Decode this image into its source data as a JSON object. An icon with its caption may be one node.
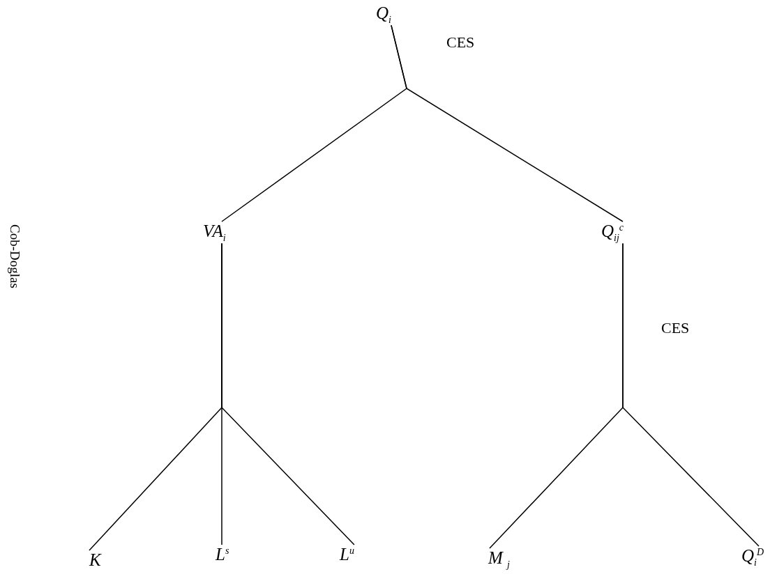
{
  "diagram": {
    "nodes": [
      {
        "text": [
          "Q$_{i}$"
        ]
      },
      {
        "text": [
          "VA$_{i}$"
        ]
      },
      {
        "text": [
          "Q$_{ij}$$^{c}$"
        ]
      },
      {
        "text": [
          "K"
        ]
      },
      {
        "text": [
          "L$^{s}$"
        ]
      },
      {
        "text": [
          "L$^{u}$"
        ]
      },
      {
        "text": [
          "M $_{j}$"
        ]
      },
      {
        "text": [
          "Q$_{i}$$^{D}$"
        ]
      }
    ],
    "edges": [
      {
        "from": 0,
        "to": 1,
        "arrow": "none"
      },
      {
        "from": 0,
        "to": 2,
        "arrow": "none"
      },
      {
        "from": 1,
        "to": 3,
        "arrow": "none"
      },
      {
        "from": 1,
        "to": 4,
        "arrow": "none"
      },
      {
        "from": 1,
        "to": 5,
        "arrow": "none"
      },
      {
        "from": 2,
        "to": 6,
        "arrow": "none"
      },
      {
        "from": 2,
        "to": 7,
        "arrow": "none"
      }
    ],
    "labels": [
      "CES",
      "Cob-Doglas",
      "CES"
    ]
  }
}
